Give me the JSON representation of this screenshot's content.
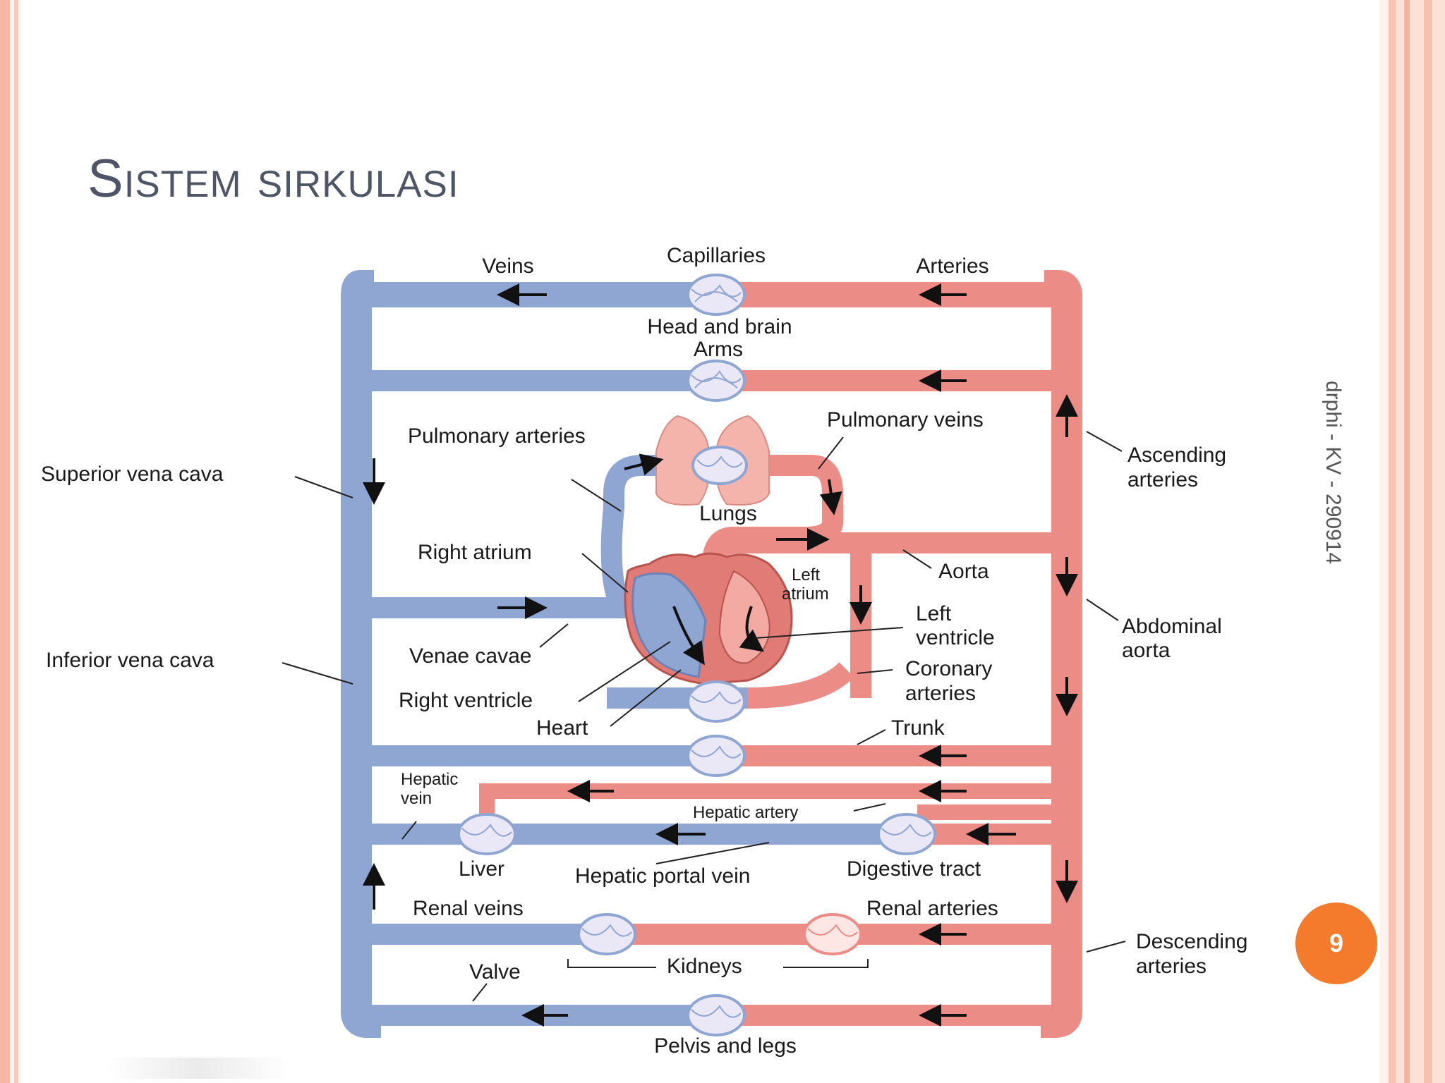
{
  "slide": {
    "title": "Sistem sirkulasi",
    "footer": "drphi - KV - 290914",
    "page_number": "9"
  },
  "colors": {
    "vein": "#8fa6d3",
    "vein_dark": "#6b83b8",
    "artery": "#ec8c86",
    "artery_dark": "#d2665f",
    "capillary": "#eae7f6",
    "lung": "#f4b3ab",
    "accent": "#f47a2c"
  },
  "labels": {
    "veins": "Veins",
    "capillaries": "Capillaries",
    "arteries": "Arteries",
    "head_brain": "Head and brain",
    "arms": "Arms",
    "pulmonary_arteries": "Pulmonary arteries",
    "pulmonary_veins": "Pulmonary veins",
    "superior_vena_cava": "Superior vena cava",
    "ascending_arteries_1": "Ascending",
    "ascending_arteries_2": "arteries",
    "lungs": "Lungs",
    "right_atrium": "Right atrium",
    "left_atrium_1": "Left",
    "left_atrium_2": "atrium",
    "aorta": "Aorta",
    "inferior_vena_cava": "Inferior vena cava",
    "venae_cavae": "Venae cavae",
    "left_ventricle_1": "Left",
    "left_ventricle_2": "ventricle",
    "abdominal_aorta_1": "Abdominal",
    "abdominal_aorta_2": "aorta",
    "coronary_arteries_1": "Coronary",
    "coronary_arteries_2": "arteries",
    "right_ventricle": "Right ventricle",
    "heart": "Heart",
    "trunk": "Trunk",
    "hepatic_vein_1": "Hepatic",
    "hepatic_vein_2": "vein",
    "hepatic_artery": "Hepatic artery",
    "liver": "Liver",
    "hepatic_portal_vein": "Hepatic portal vein",
    "digestive_tract": "Digestive tract",
    "renal_veins": "Renal veins",
    "renal_arteries": "Renal arteries",
    "descending_arteries_1": "Descending",
    "descending_arteries_2": "arteries",
    "valve": "Valve",
    "kidneys": "Kidneys",
    "pelvis_legs": "Pelvis and legs"
  }
}
